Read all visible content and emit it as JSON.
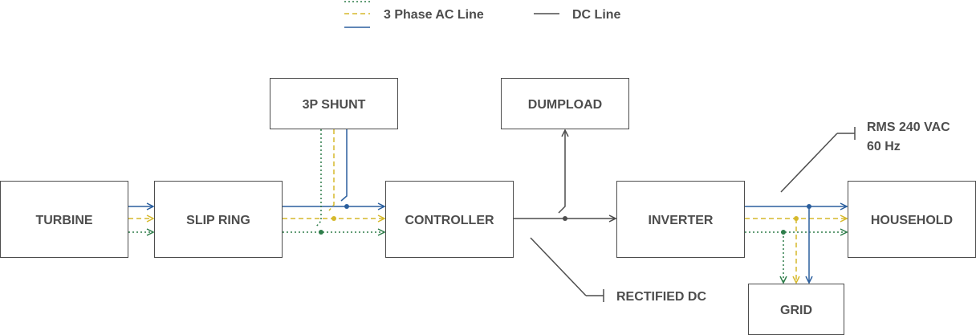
{
  "legend": {
    "ac_label": "3 Phase AC Line",
    "dc_label": "DC Line"
  },
  "nodes": {
    "turbine": "TURBINE",
    "slip_ring": "SLIP RING",
    "shunt": "3P SHUNT",
    "controller": "CONTROLLER",
    "dumpload": "DUMPLOAD",
    "inverter": "INVERTER",
    "household": "HOUSEHOLD",
    "grid": "GRID"
  },
  "annotations": {
    "rms_line1": "RMS 240 VAC",
    "rms_line2": "60 Hz",
    "rectified": "RECTIFIED DC"
  },
  "colors": {
    "phase_blue": "#2b5f9e",
    "phase_yellow": "#d6b92b",
    "phase_green": "#2e7d4a",
    "dc": "#4d4d4d"
  }
}
